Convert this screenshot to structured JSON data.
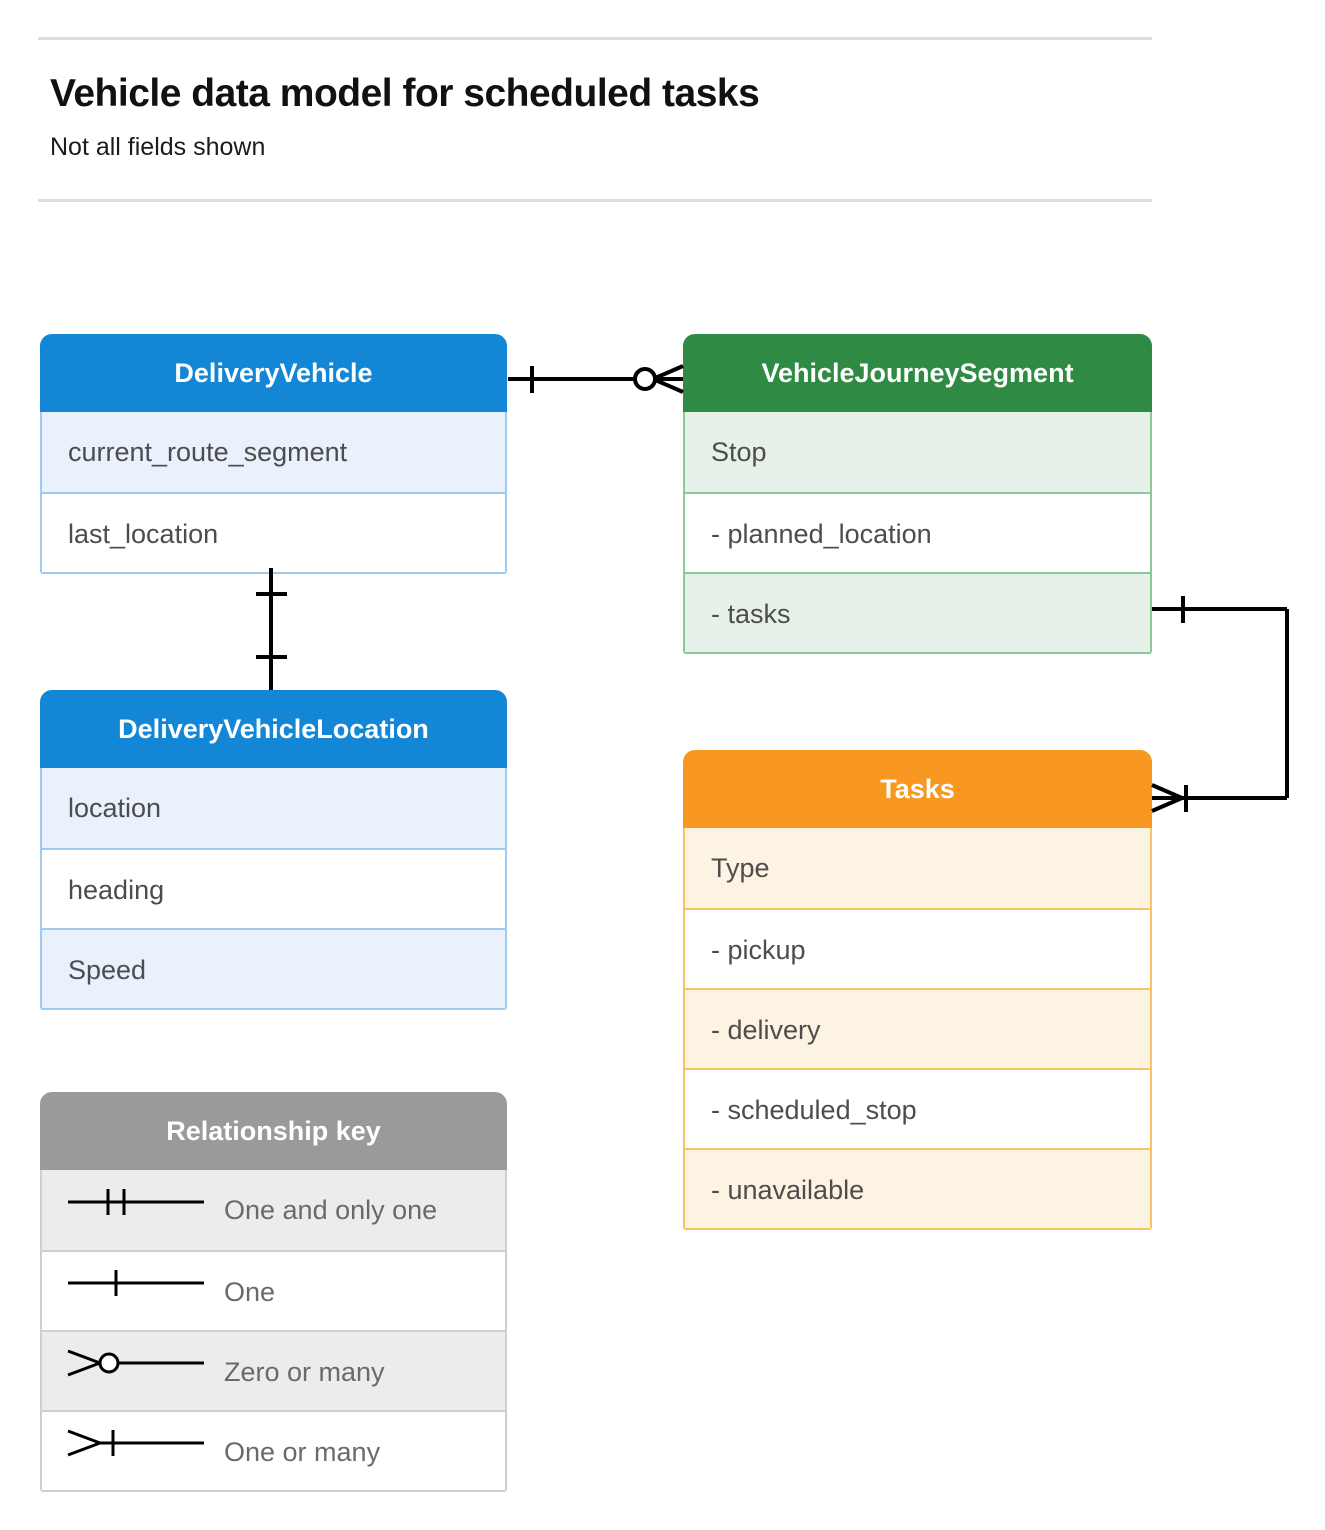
{
  "header": {
    "title": "Vehicle data model for scheduled tasks",
    "subtitle": "Not all fields shown"
  },
  "colors": {
    "blue": "#1387d6",
    "blue_light": "#e8f1fc",
    "blue_border": "#9fcbf0",
    "green": "#2f8a43",
    "green_light": "#e6f2e9",
    "green_border": "#8dc89a",
    "orange": "#f89820",
    "orange_light": "#fdf3e2",
    "orange_border": "#fbc264",
    "grey": "#9a9a9a",
    "grey_light": "#ececec",
    "grey_border": "#cfcfcf",
    "text": "#4d4d4d",
    "rule": "#dadce0",
    "connector": "#000000"
  },
  "entities": [
    {
      "id": "delivery-vehicle",
      "title": "DeliveryVehicle",
      "theme": "blue",
      "rows": [
        "current_route_segment",
        "last_location"
      ]
    },
    {
      "id": "vehicle-journey-segment",
      "title": "VehicleJourneySegment",
      "theme": "green",
      "rows": [
        "Stop",
        "-  planned_location",
        "- tasks"
      ]
    },
    {
      "id": "delivery-vehicle-location",
      "title": "DeliveryVehicleLocation",
      "theme": "blue",
      "rows": [
        "location",
        "heading",
        "Speed"
      ]
    },
    {
      "id": "tasks",
      "title": "Tasks",
      "theme": "orange",
      "rows": [
        "Type",
        "-  pickup",
        "-  delivery",
        "-  scheduled_stop",
        "-  unavailable"
      ]
    }
  ],
  "legend": {
    "title": "Relationship key",
    "items": [
      {
        "symbol": "one-and-only-one",
        "label": "One and only one"
      },
      {
        "symbol": "one",
        "label": "One"
      },
      {
        "symbol": "zero-or-many",
        "label": "Zero or many"
      },
      {
        "symbol": "one-or-many",
        "label": "One or many"
      }
    ]
  },
  "relationships": [
    {
      "id": "vehicle-to-segment",
      "from": "DeliveryVehicle",
      "to": "VehicleJourneySegment",
      "from_cardinality": "one",
      "to_cardinality": "zero-or-many"
    },
    {
      "id": "vehicle-to-location",
      "from": "DeliveryVehicle",
      "to": "DeliveryVehicleLocation",
      "from_cardinality": "one",
      "to_cardinality": "one"
    },
    {
      "id": "segment-tasks-to-tasks",
      "from": "VehicleJourneySegment.tasks",
      "to": "Tasks",
      "from_cardinality": "one",
      "to_cardinality": "one-or-many"
    }
  ]
}
